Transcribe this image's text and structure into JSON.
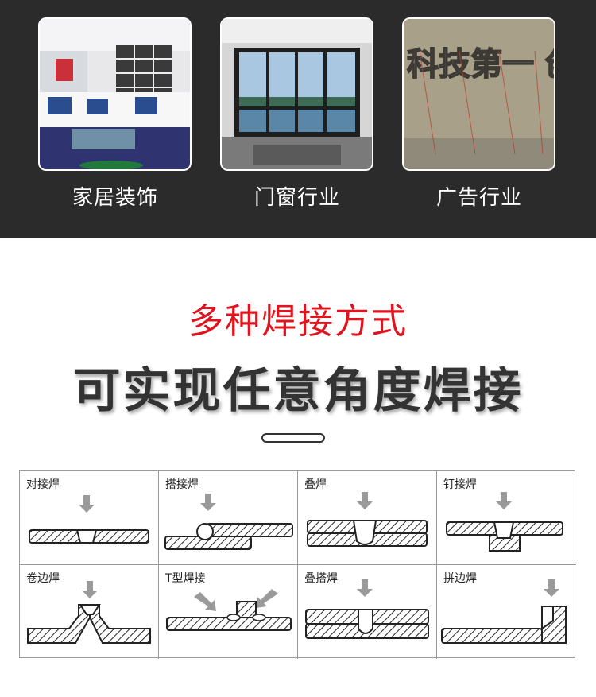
{
  "industries": [
    {
      "label": "家居装饰",
      "icon": "living-room-photo"
    },
    {
      "label": "门窗行业",
      "icon": "window-photo"
    },
    {
      "label": "广告行业",
      "icon": "signage-letters-photo"
    }
  ],
  "sign_text": "科技第一 创新第",
  "subtitle": "多种焊接方式",
  "headline": "可实现任意角度焊接",
  "weld_types": [
    {
      "label": "对接焊"
    },
    {
      "label": "搭接焊"
    },
    {
      "label": "叠焊"
    },
    {
      "label": "钉接焊"
    },
    {
      "label": "卷边焊"
    },
    {
      "label": "T型焊接"
    },
    {
      "label": "叠搭焊"
    },
    {
      "label": "拼边焊"
    }
  ],
  "colors": {
    "dark_band": "#2b2b2b",
    "accent_red": "#e0141e",
    "headline": "#333333",
    "arrow": "#9a9a9a"
  }
}
